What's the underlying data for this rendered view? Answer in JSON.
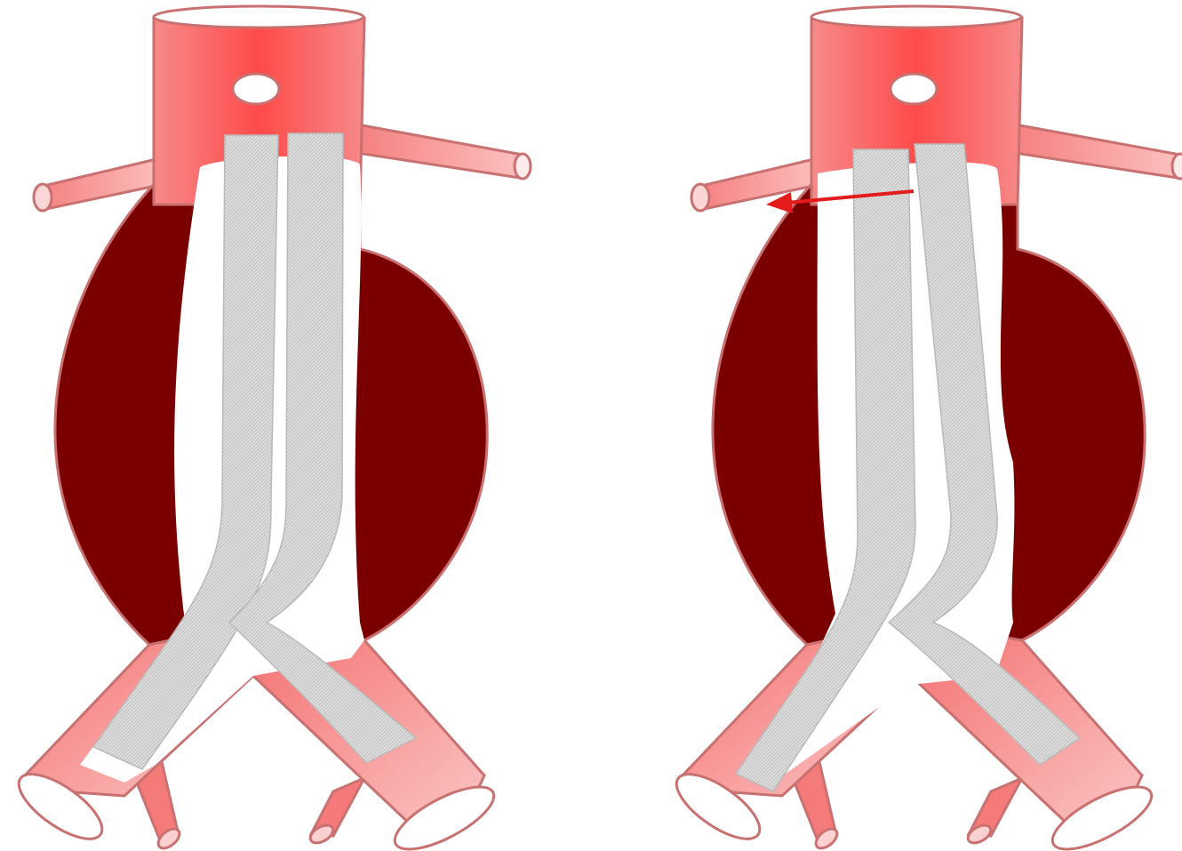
{
  "figure": {
    "panels": [
      {
        "id": "left",
        "graft_limbs": 2,
        "migration_arrow": false
      },
      {
        "id": "right",
        "graft_limbs": 2,
        "migration_arrow": true
      }
    ]
  },
  "colors": {
    "aorta": "#f76a6a",
    "aorta_highlight": "#ff4848",
    "vessel_outline": "#c97070",
    "aneurysm_sac": "#7a0000",
    "lumen": "#ffffff",
    "graft_fabric": "#d8d8d8",
    "iliac_light": "#f9b3b3",
    "arrow": "#e31b1b"
  }
}
